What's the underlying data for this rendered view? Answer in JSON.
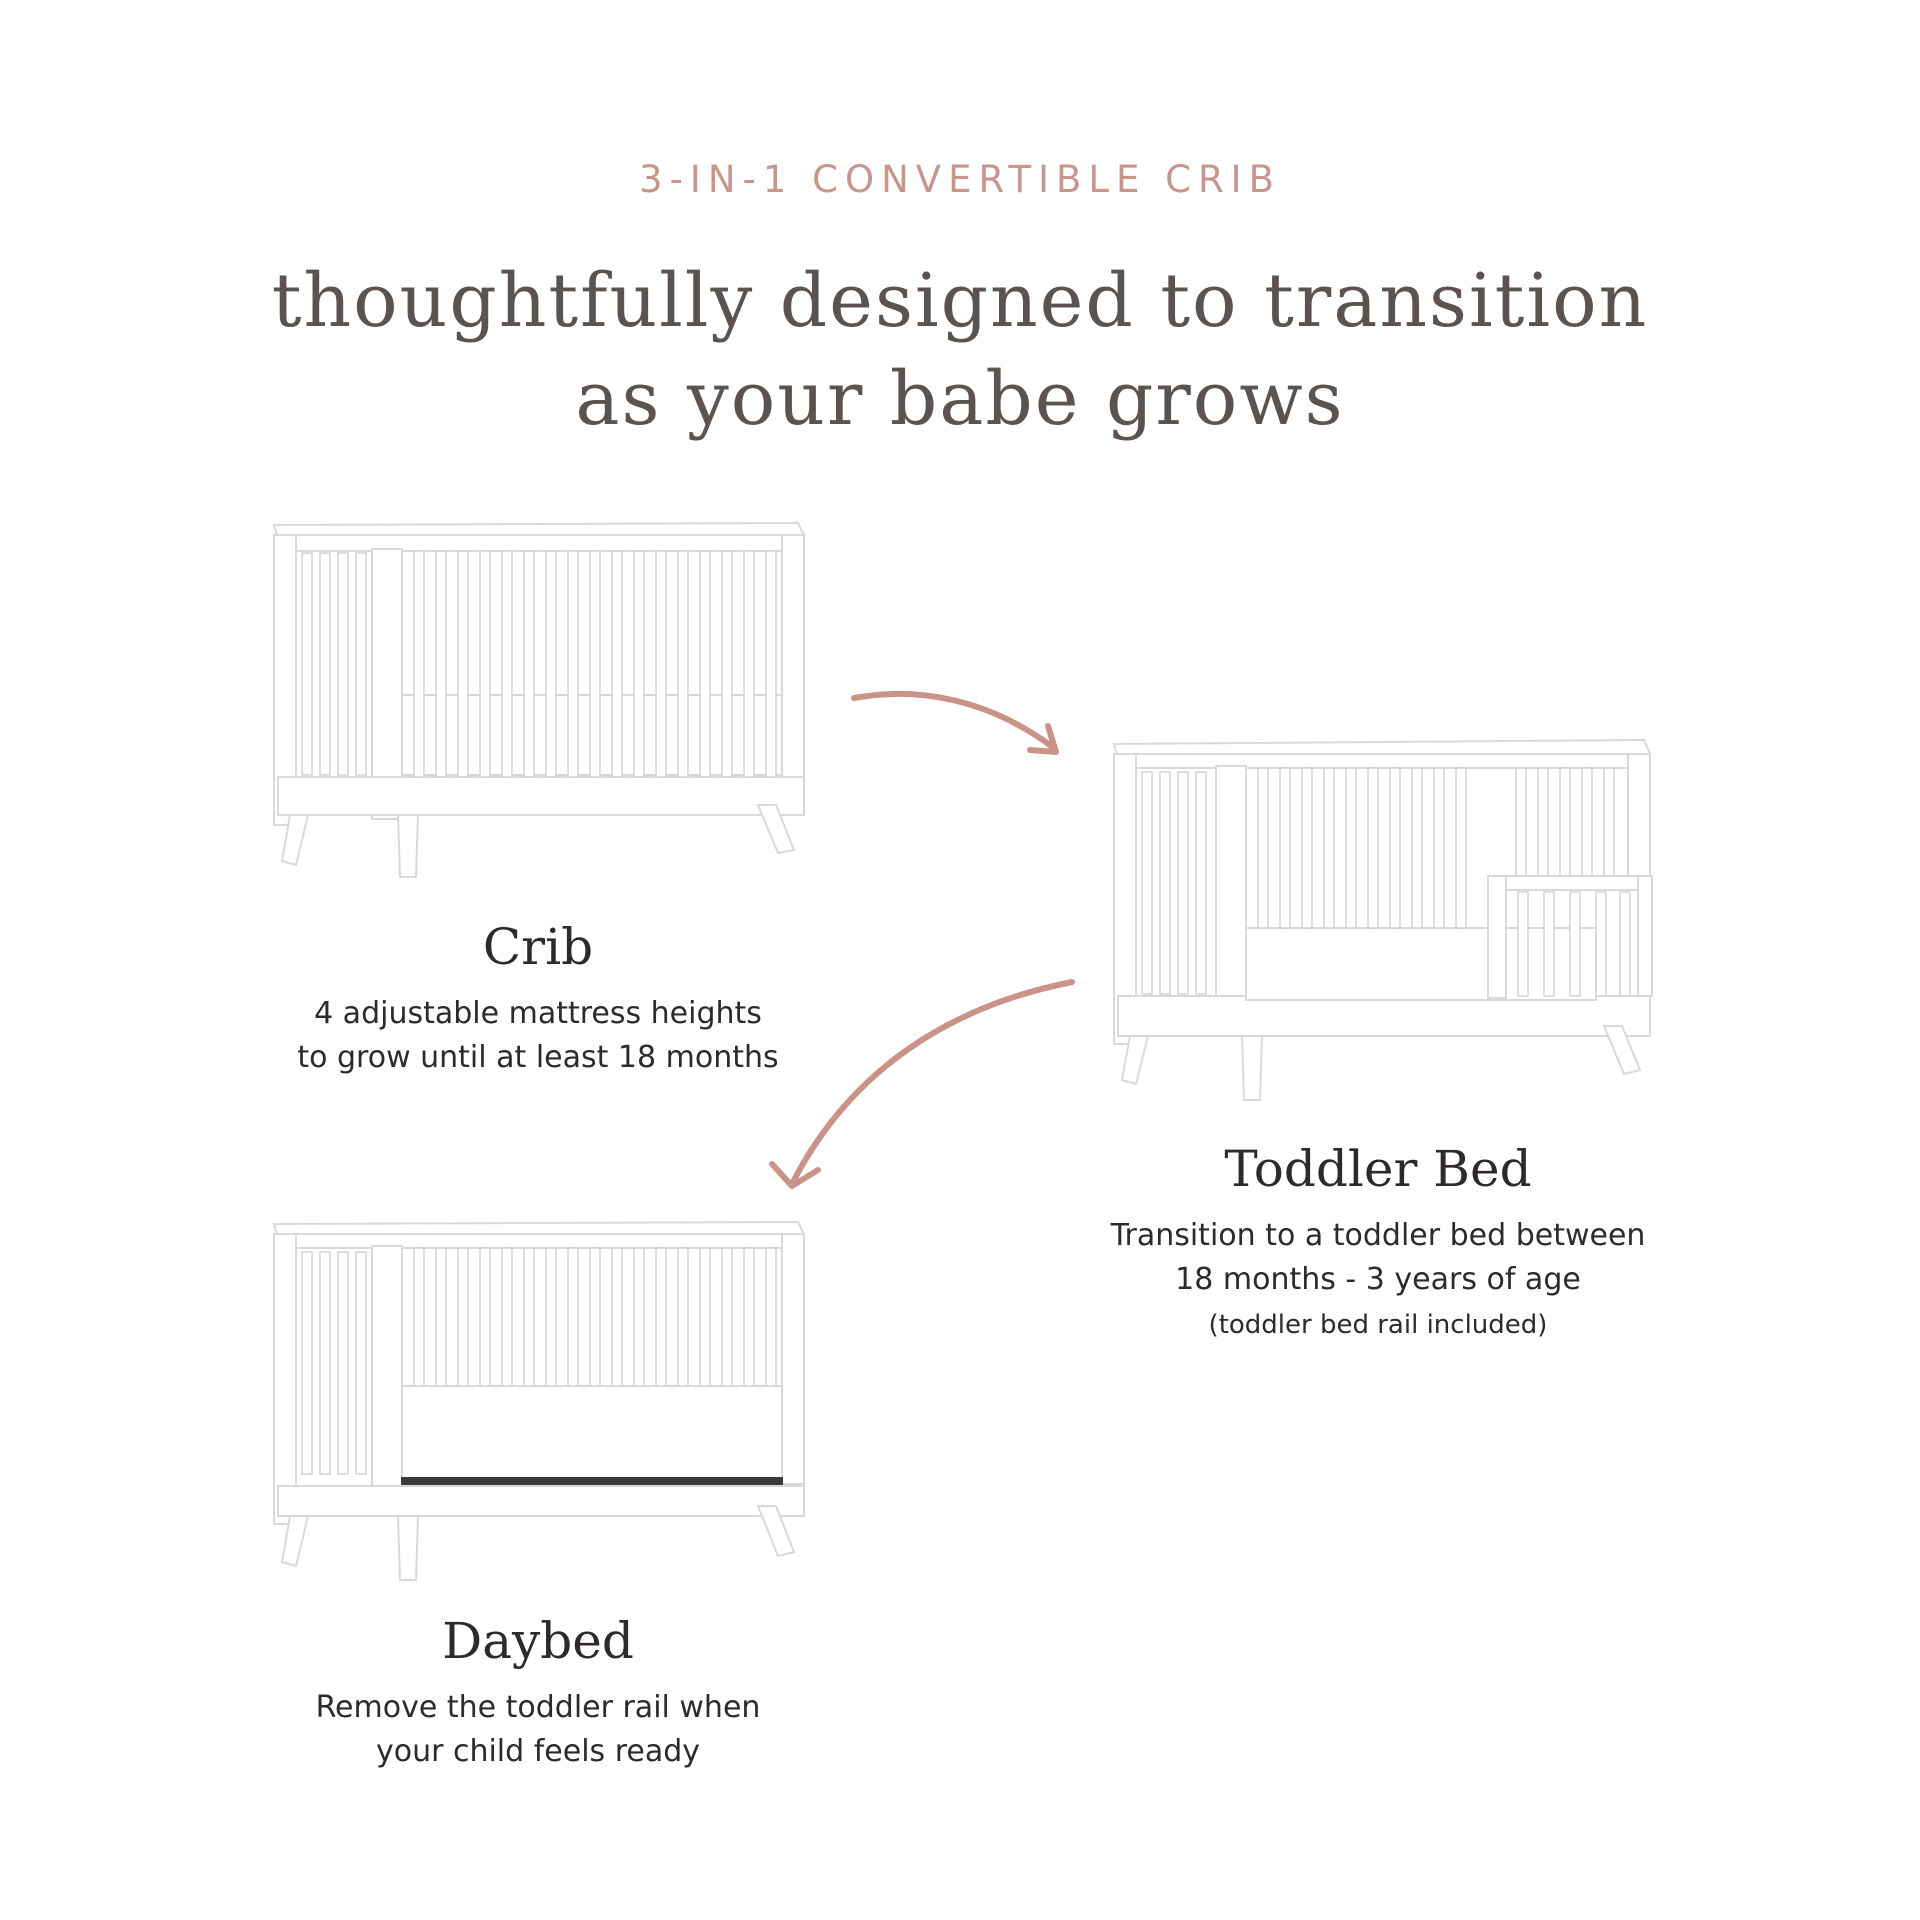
{
  "eyebrow": "3-IN-1 CONVERTIBLE CRIB",
  "headline": {
    "line1": "thoughtfully designed to transition",
    "line2": "as your babe grows"
  },
  "stages": [
    {
      "title": "Crib",
      "desc_line1": "4 adjustable mattress heights",
      "desc_line2": "to grow until at least 18 months",
      "icon": "crib-image"
    },
    {
      "title": "Toddler Bed",
      "desc_line1": "Transition to a toddler bed between",
      "desc_line2": "18 months - 3 years of age",
      "note": "(toddler bed rail included)",
      "icon": "toddler-bed-image"
    },
    {
      "title": "Daybed",
      "desc_line1": "Remove the toddler rail when",
      "desc_line2": "your child feels ready",
      "icon": "daybed-image"
    }
  ],
  "colors": {
    "accent": "#c8958a",
    "arrow": "#c99388",
    "headline": "#5a5350",
    "body": "#2e2a29"
  },
  "arrows": [
    "arrow-right-icon",
    "arrow-down-left-icon"
  ]
}
